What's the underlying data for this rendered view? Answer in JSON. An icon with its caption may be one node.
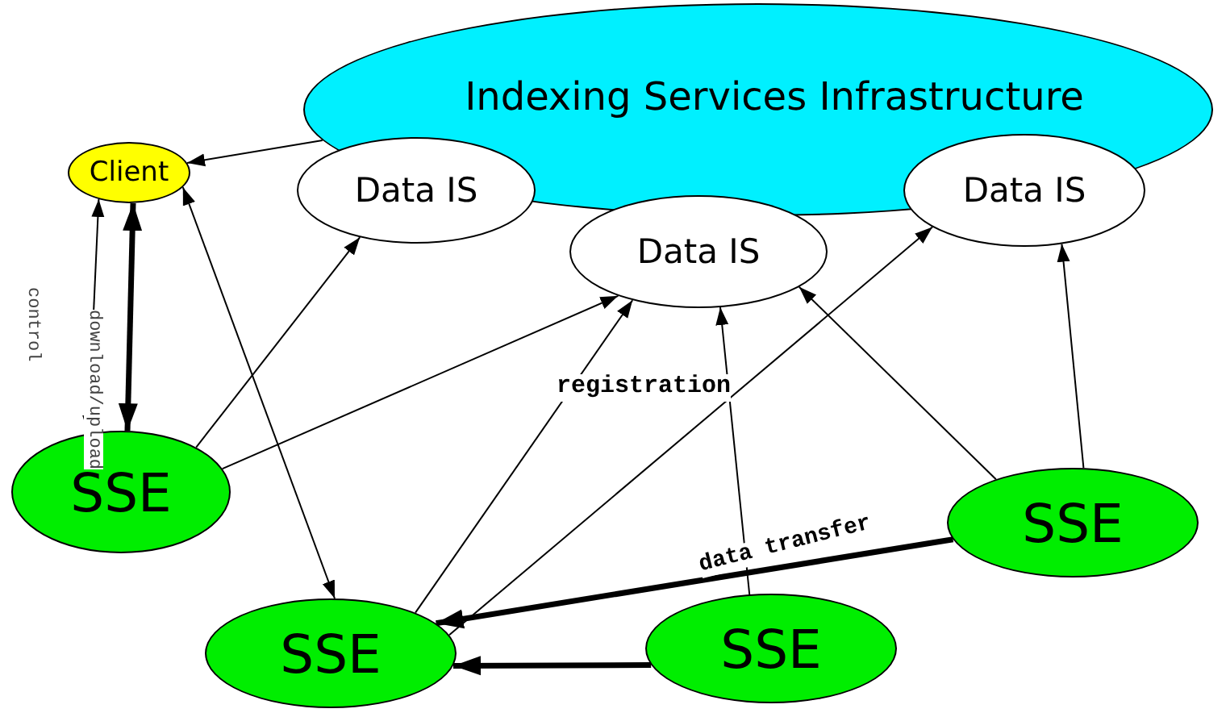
{
  "diagram": {
    "nodes": [
      {
        "text": [
          "Indexing Services Infrastructure"
        ]
      },
      {
        "text": [
          "Data IS"
        ]
      },
      {
        "text": [
          "Data IS"
        ]
      },
      {
        "text": [
          "Data IS"
        ]
      },
      {
        "text": [
          "Client"
        ]
      },
      {
        "text": [
          "SSE"
        ]
      },
      {
        "text": [
          "SSE"
        ]
      },
      {
        "text": [
          "SSE"
        ]
      },
      {
        "text": [
          "SSE"
        ]
      }
    ],
    "edges": [
      {
        "from": 0,
        "to": 4,
        "arrow": "to"
      },
      {
        "from": 4,
        "to": 5,
        "arrow": "both",
        "label": "control"
      },
      {
        "from": 4,
        "to": 5,
        "arrow": "both",
        "label": "download/upload",
        "style": "thick"
      },
      {
        "from": 5,
        "to": 1,
        "arrow": "to"
      },
      {
        "from": 5,
        "to": 2,
        "arrow": "to"
      },
      {
        "from": 6,
        "to": 4,
        "arrow": "both"
      },
      {
        "from": 6,
        "to": 2,
        "arrow": "to"
      },
      {
        "from": 6,
        "to": 3,
        "arrow": "to"
      },
      {
        "from": 7,
        "to": 2,
        "arrow": "to"
      },
      {
        "from": 8,
        "to": 2,
        "arrow": "to"
      },
      {
        "from": 8,
        "to": 3,
        "arrow": "to"
      },
      {
        "from": 8,
        "to": 6,
        "arrow": "to",
        "label": "data transfer",
        "style": "thick"
      },
      {
        "from": 7,
        "to": 6,
        "arrow": "to",
        "style": "thick"
      }
    ],
    "labels": [
      "registration"
    ]
  }
}
